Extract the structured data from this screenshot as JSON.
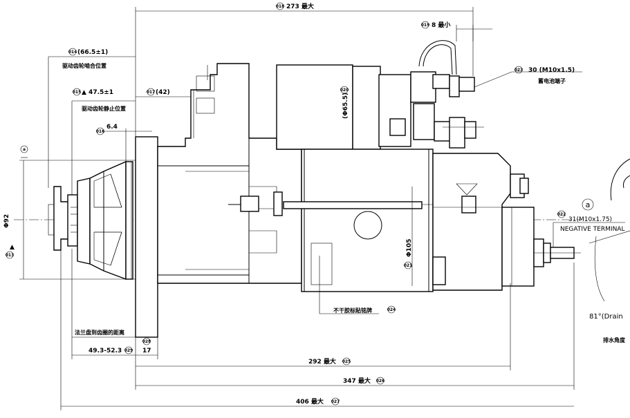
{
  "dimensions": {
    "d018": {
      "tag": "018",
      "text": "273 最大"
    },
    "d019": {
      "tag": "019",
      "text": "8 最小"
    },
    "d014": {
      "tag": "014",
      "text": "(66.5±1)",
      "note": "驱动齿轮啮合位置"
    },
    "d015": {
      "tag": "015",
      "text": "▲ 47.5±1",
      "note": "驱动齿轮静止位置"
    },
    "d017": {
      "tag": "017",
      "text": "(42)"
    },
    "d016": {
      "tag": "016",
      "text": "6.4"
    },
    "d020": {
      "tag": "020",
      "text": "(Φ65.5)"
    },
    "d021": {
      "tag": "021",
      "text": "Φ105"
    },
    "d013": {
      "tag": "013",
      "text": "Φ92"
    },
    "d022": {
      "tag": "022",
      "text": "31(M10x1.75)",
      "note": "NEGATIVE TERMINAL"
    },
    "d023": {
      "tag": "023",
      "text": "30 (M10x1.5)",
      "note": "蓄电池端子"
    },
    "d024": {
      "tag": "024",
      "text": "不干胶标贴铭牌"
    },
    "d025": {
      "tag": "025",
      "text": "292 最大"
    },
    "d026": {
      "tag": "026",
      "text": "347 最大"
    },
    "d027": {
      "tag": "027",
      "text": "406 最大"
    },
    "d028": {
      "tag": "028",
      "text": "17"
    },
    "d029": {
      "tag": "029",
      "text": "49.3-52.3"
    },
    "flange_note": "法兰盘到齿圈的距离",
    "datum_a": "a",
    "drain_angle": "81°(Drain",
    "drain_note": "排水角度"
  }
}
